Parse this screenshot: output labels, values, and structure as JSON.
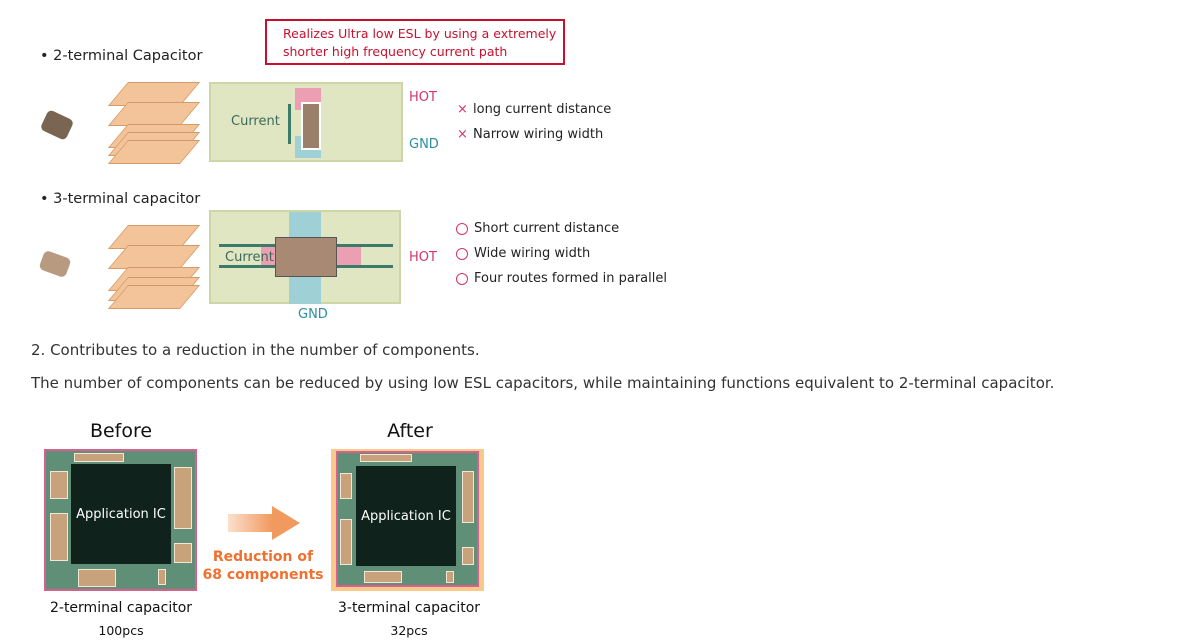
{
  "callout": {
    "line1": "Realizes Ultra low ESL by using a extremely",
    "line2": "shorter high frequency current path"
  },
  "two_terminal": {
    "heading": "• 2-terminal Capacitor",
    "diagram": {
      "current_label": "Current",
      "hot_label": "HOT",
      "gnd_label": "GND"
    },
    "features": [
      {
        "mark": "×",
        "text": "long current distance"
      },
      {
        "mark": "×",
        "text": "Narrow wiring width"
      }
    ]
  },
  "three_terminal": {
    "heading": "• 3-terminal capacitor",
    "diagram": {
      "current_label": "Current",
      "hot_label": "HOT",
      "gnd_label": "GND"
    },
    "features": [
      {
        "mark": "circle",
        "text": "Short current distance"
      },
      {
        "mark": "circle",
        "text": "Wide wiring width"
      },
      {
        "mark": "circle",
        "text": "Four routes formed in parallel"
      }
    ]
  },
  "section2": {
    "heading": "2. Contributes to a reduction in the number of components.",
    "body": "The number of components can be reduced by using low ESL capacitors, while maintaining functions equivalent to 2-terminal capacitor."
  },
  "comparison": {
    "before": {
      "title": "Before",
      "ic_label": "Application IC",
      "caption": "2-terminal capacitor",
      "count": "100pcs"
    },
    "after": {
      "title": "After",
      "ic_label": "Application IC",
      "caption": "3-terminal capacitor",
      "count": "32pcs"
    },
    "reduction": {
      "line1": "Reduction of",
      "line2": "68 components"
    }
  },
  "colors": {
    "accent_red": "#c8102e",
    "hot": "#d6336c",
    "gnd": "#2a8fa0",
    "orange": "#f07030"
  }
}
